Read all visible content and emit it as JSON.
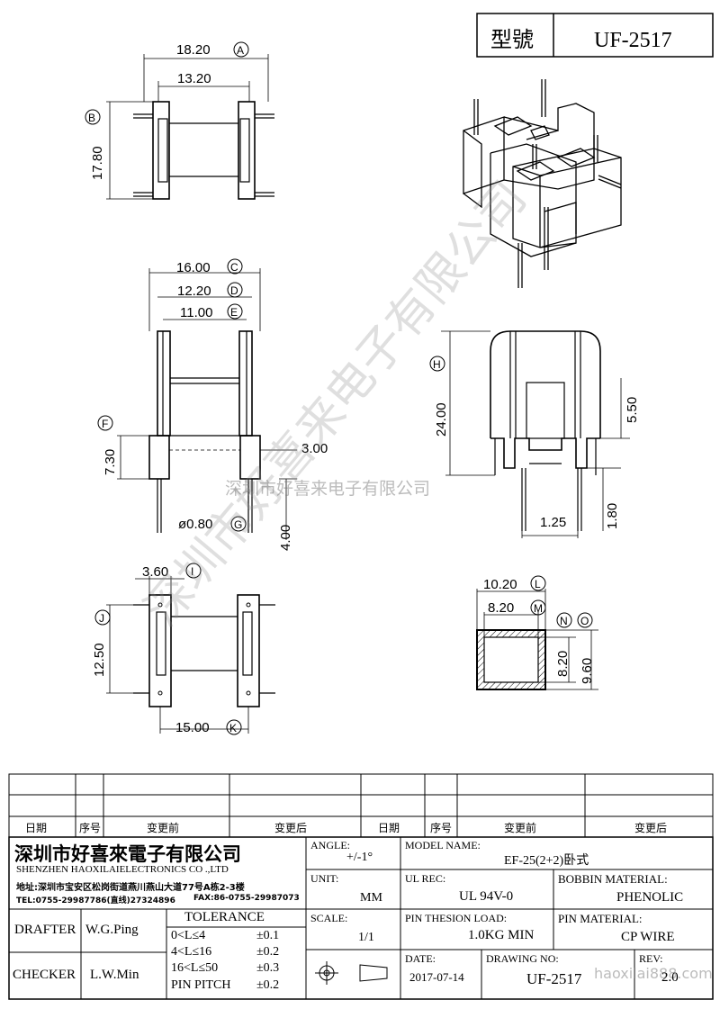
{
  "header": {
    "model_label": "型號",
    "model_value": "UF-2517"
  },
  "dims": {
    "A": "18.20",
    "B_h": "13.20",
    "B": "17.80",
    "C": "16.00",
    "D": "12.20",
    "E": "11.00",
    "H": "24.00",
    "H2": "5.50",
    "F": "7.30",
    "F2": "3.00",
    "G": "ø0.80",
    "G2": "4.00",
    "P1": "1.25",
    "P2": "1.80",
    "I": "3.60",
    "J": "12.50",
    "K": "15.00",
    "L": "10.20",
    "M": "8.20",
    "N": "8.20",
    "O": "9.60"
  },
  "markers": {
    "A": "A",
    "B": "B",
    "C": "C",
    "D": "D",
    "E": "E",
    "F": "F",
    "G": "G",
    "H": "H",
    "I": "I",
    "J": "J",
    "K": "K",
    "L": "L",
    "M": "M",
    "N": "N",
    "O": "O"
  },
  "watermarks": {
    "diagonal": "深圳市好喜来电子有限公司",
    "center": "深圳市好喜来电子有限公司",
    "url": "haoxilai888.com"
  },
  "revision_table": {
    "headers": [
      "日期",
      "序号",
      "变更前",
      "变更后",
      "日期",
      "序号",
      "变更前",
      "变更后"
    ]
  },
  "company": {
    "name_cn": "深圳市好喜來電子有限公司",
    "name_en": "SHENZHEN HAOXILAIELECTRONICS CO .,LTD",
    "address": "地址:深圳市宝安区松岗街道燕川燕山大道77号A栋2-3楼",
    "tel": "TEL:0755-29987786(直线)27324896",
    "fax": "FAX:86-0755-29987073"
  },
  "title_block": {
    "angle_label": "ANGLE:",
    "angle_value": "+/-1°",
    "model_name_label": "MODEL NAME:",
    "model_name_value": "EF-25(2+2)卧式",
    "unit_label": "UNIT:",
    "unit_value": "MM",
    "ul_rec_label": "UL REC:",
    "ul_rec_value": "UL 94V-0",
    "bobbin_label": "BOBBIN MATERIAL:",
    "bobbin_value": "PHENOLIC",
    "scale_label": "SCALE:",
    "scale_value": "1/1",
    "pin_load_label": "PIN THESION LOAD:",
    "pin_load_value": "1.0KG MIN",
    "pin_mat_label": "PIN MATERIAL:",
    "pin_mat_value": "CP  WIRE",
    "date_label": "DATE:",
    "date_value": "2017-07-14",
    "drawing_label": "DRAWING NO:",
    "drawing_value": "UF-2517",
    "rev_label": "REV:",
    "rev_value": "2.0",
    "drafter_label": "DRAFTER",
    "drafter_value": "W.G.Ping",
    "checker_label": "CHECKER",
    "checker_value": "L.W.Min",
    "tolerance_title": "TOLERANCE",
    "tolerances": [
      {
        "range": "0<L≤4",
        "value": "±0.1"
      },
      {
        "range": "4<L≤16",
        "value": "±0.2"
      },
      {
        "range": "16<L≤50",
        "value": "±0.3"
      },
      {
        "range": "PIN PITCH",
        "value": "±0.2"
      }
    ]
  }
}
